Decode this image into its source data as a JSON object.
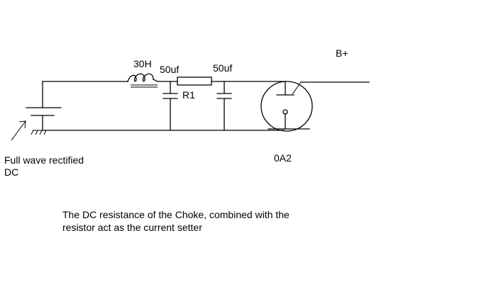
{
  "labels": {
    "choke": "30H",
    "cap1": "50uf",
    "cap2": "50uf",
    "resistor": "R1",
    "bplus": "B+",
    "tube": "0A2",
    "source_line1": "Full wave rectified",
    "source_line2": "DC",
    "note_line1": "The DC resistance of the Choke, combined with the",
    "note_line2": "resistor act as the current setter"
  }
}
